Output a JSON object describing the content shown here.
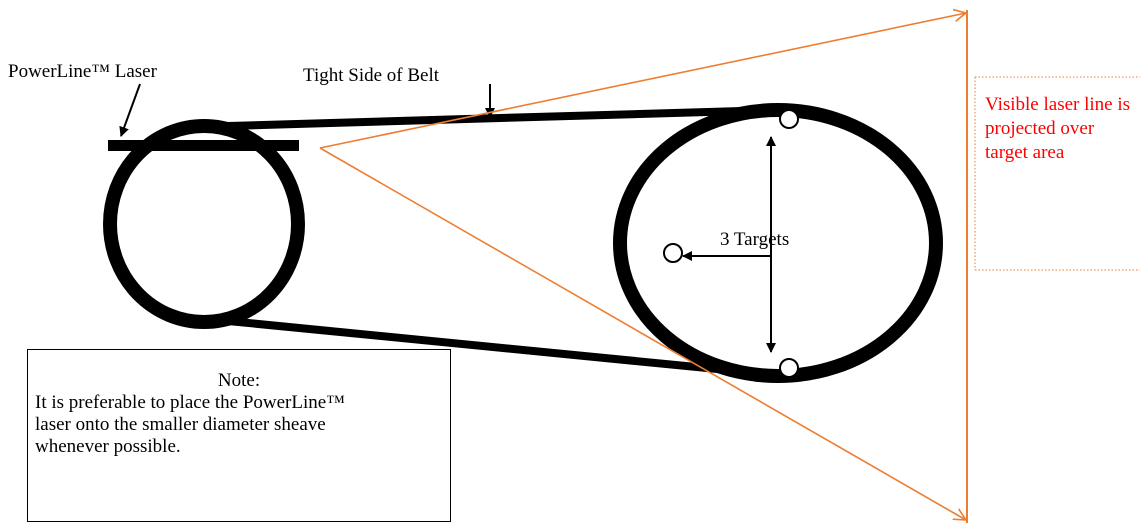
{
  "labels": {
    "laser": "PowerLine™ Laser",
    "belt": "Tight Side of Belt",
    "targets": "3 Targets",
    "laser_line": "Visible laser line is projected over target area"
  },
  "note": {
    "title": "Note:",
    "body": "It is preferable to place the PowerLine™ laser onto the smaller diameter sheave whenever possible."
  },
  "colors": {
    "laser_beam": "#ed7d31",
    "laser_text": "#ff0000",
    "ink": "#000000"
  }
}
